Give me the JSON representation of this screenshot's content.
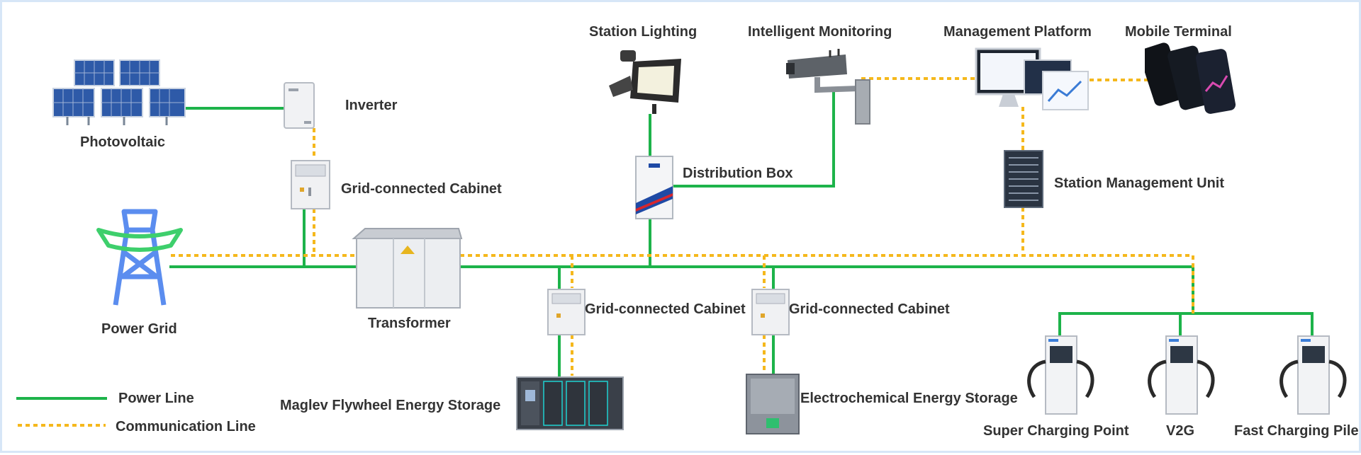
{
  "colors": {
    "power_line": "#1db34a",
    "communication_line": "#f5b81c",
    "tower": "#5b8def",
    "tower_band": "#3ecf6c",
    "frame": "#d7e6f7"
  },
  "labels": {
    "photovoltaic": "Photovoltaic",
    "inverter": "Inverter",
    "grid_cabinet_top": "Grid-connected Cabinet",
    "power_grid": "Power Grid",
    "transformer": "Transformer",
    "station_lighting": "Station Lighting",
    "intelligent_monitoring": "Intelligent Monitoring",
    "distribution_box": "Distribution Box",
    "management_platform": "Management Platform",
    "mobile_terminal": "Mobile Terminal",
    "station_management_unit": "Station Management Unit",
    "grid_cabinet_mid": "Grid-connected Cabinet",
    "grid_cabinet_right": "Grid-connected Cabinet",
    "maglev_storage": "Maglev Flywheel Energy Storage",
    "electrochemical_storage": "Electrochemical Energy Storage",
    "super_charging_point": "Super Charging Point",
    "v2g": "V2G",
    "fast_charging_pile": "Fast Charging Pile"
  },
  "legend": {
    "power_line": "Power Line",
    "communication_line": "Communication Line"
  },
  "icons": [
    "solar-panel-icon",
    "inverter-icon",
    "cabinet-icon",
    "tower-icon",
    "transformer-icon",
    "floodlight-icon",
    "camera-icon",
    "distribution-box-icon",
    "monitor-icon",
    "phone-icon",
    "server-rack-icon",
    "flywheel-storage-icon",
    "battery-storage-icon",
    "charger-icon"
  ]
}
